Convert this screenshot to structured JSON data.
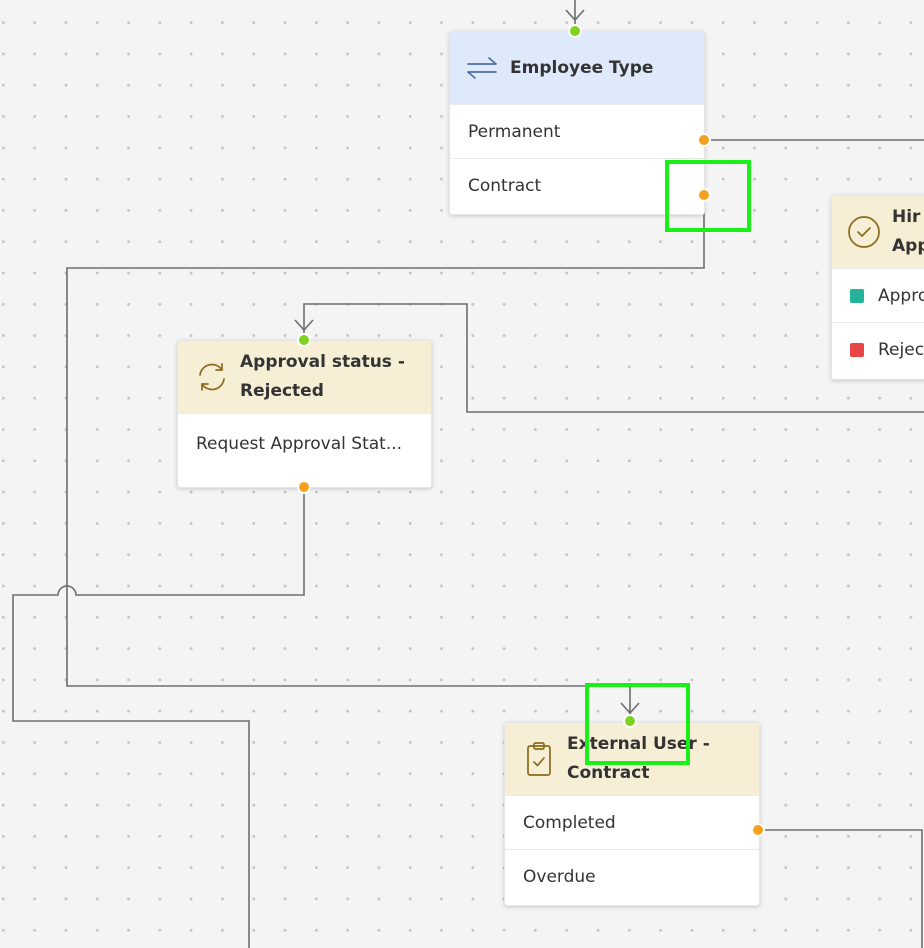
{
  "nodes": {
    "employee_type": {
      "title": "Employee Type",
      "icon": "arrows-swap-icon",
      "rows": [
        "Permanent",
        "Contract"
      ],
      "header_color": "#deeafb"
    },
    "hiring_approval": {
      "title_line1": "Hir",
      "title_line2": "App",
      "icon": "check-circle-icon",
      "rows": [
        "Appro",
        "Rejec"
      ],
      "row_colors": [
        "#26b39b",
        "#e84545"
      ]
    },
    "approval_status": {
      "title_line1": "Approval status -",
      "title_line2": "Rejected",
      "icon": "refresh-icon",
      "rows": [
        "Request Approval Stat..."
      ]
    },
    "external_user": {
      "title_line1": "External User -",
      "title_line2": "Contract",
      "icon": "clipboard-check-icon",
      "rows": [
        "Completed",
        "Overdue"
      ]
    }
  },
  "colors": {
    "input_port": "#7ed321",
    "output_port": "#f5a11d",
    "connector": "#6e6e6e",
    "highlight": "#19f019",
    "task_header": "#f7efd5"
  }
}
